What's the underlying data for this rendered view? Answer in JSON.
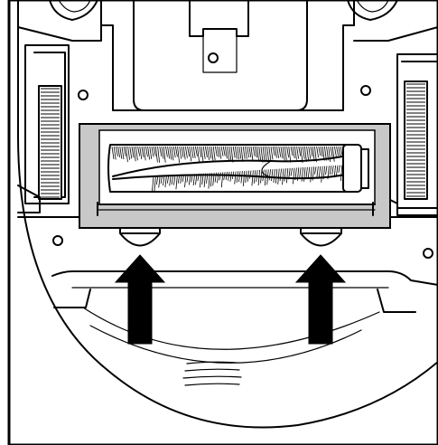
{
  "figure": {
    "subject": "robot-vacuum-underside",
    "highlighted_part": "main-brush-cover",
    "colors": {
      "line": "#000000",
      "background": "#ffffff",
      "brush_cover_fill": "#c8c8c8",
      "arrow_fill": "#000000"
    },
    "arrows": [
      {
        "icon": "up-arrow-icon",
        "direction": "up"
      },
      {
        "icon": "up-arrow-icon",
        "direction": "up"
      }
    ],
    "release_tabs": 2,
    "brush_bristle_rows": 2
  }
}
